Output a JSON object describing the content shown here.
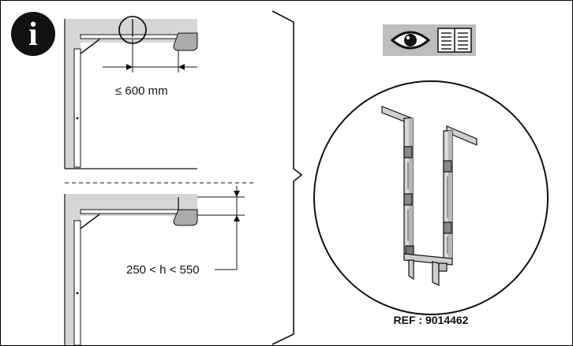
{
  "info_icon": {
    "glyph": "i",
    "name": "info-icon"
  },
  "top_figure": {
    "max_distance_label": "≤ 600 mm"
  },
  "bottom_figure": {
    "height_range_label": "250 < h < 550"
  },
  "right_panel": {
    "header_icons": [
      "eye-icon",
      "manual-book-icon"
    ],
    "reference_label": "REF : 9014462"
  },
  "colors": {
    "line": "#111111",
    "frame_gray": "#c9c9c9",
    "icon_box_gray": "#bdbdbd",
    "background": "#ffffff"
  }
}
